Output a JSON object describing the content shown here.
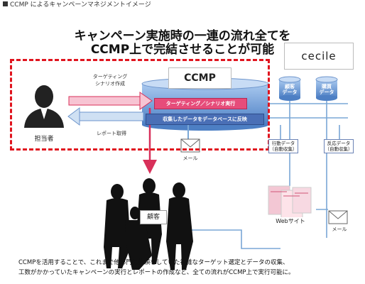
{
  "header": {
    "title": "CCMP によるキャンペーンマネジメントイメージ"
  },
  "headline": {
    "line1": "キャンペーン実施時の一連の流れ全てを",
    "line2": "CCMP上で完結させることが可能"
  },
  "actors": {
    "person_label": "担当者",
    "ccmp_label": "CCMP",
    "cecile_label": "cecile",
    "customer_label": "顧客"
  },
  "flows": {
    "targeting_label": "ターゲティング\nシナリオ作成",
    "report_label": "レポート取得",
    "targeting_exec": "ターゲティング／シナリオ実行",
    "reflect_db": "収集したデータをデータベースに反映",
    "mail_label_1": "メール",
    "mail_label_2": "メール",
    "web_label": "Webサイト"
  },
  "data_stores": {
    "customer_data": "顧客\nデータ",
    "purchase_data": "購買\nデータ",
    "behavior_data": "行動データ\n（自動収集）",
    "response_data": "反応データ\n（自動収集）"
  },
  "footer": {
    "line1": "CCMPを活用することで、これまで他部門に依頼をしていた複雑なターゲット選定とデータの収集、",
    "line2": "工数がかかっていたキャンペーンの実行とレポートの作成など、全ての流れがCCMP上で実行可能に。"
  },
  "colors": {
    "dashed_frame": "#e0141e",
    "db_blue": "#5b8fd0",
    "targeting_bar": "#e64c7a",
    "reflect_bar": "#4a6fb6",
    "connector": "#7aa7d6",
    "pink_arrow": "#d8305a"
  }
}
